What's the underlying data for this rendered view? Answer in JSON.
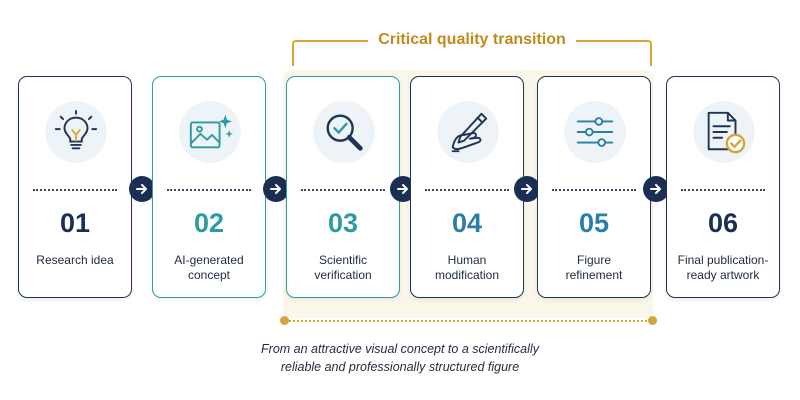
{
  "transition": {
    "label": "Critical quality transition"
  },
  "steps": [
    {
      "number": "01",
      "label": "Research idea",
      "icon": "lightbulb-icon"
    },
    {
      "number": "02",
      "label": "AI-generated\nconcept",
      "icon": "image-sparkle-icon"
    },
    {
      "number": "03",
      "label": "Scientific\nverification",
      "icon": "magnifier-check-icon"
    },
    {
      "number": "04",
      "label": "Human\nmodification",
      "icon": "hand-pen-icon"
    },
    {
      "number": "05",
      "label": "Figure\nrefinement",
      "icon": "sliders-icon"
    },
    {
      "number": "06",
      "label": "Final publication-\nready artwork",
      "icon": "document-check-icon"
    }
  ],
  "caption": {
    "line1": "From an attractive visual concept to a scientifically",
    "line2": "reliable and professionally structured figure"
  },
  "colors": {
    "navy": "#1b2f54",
    "teal": "#2e9aa2",
    "blue": "#2a7fa8",
    "gold": "#d5a43b",
    "gold_text": "#c18a1c"
  }
}
